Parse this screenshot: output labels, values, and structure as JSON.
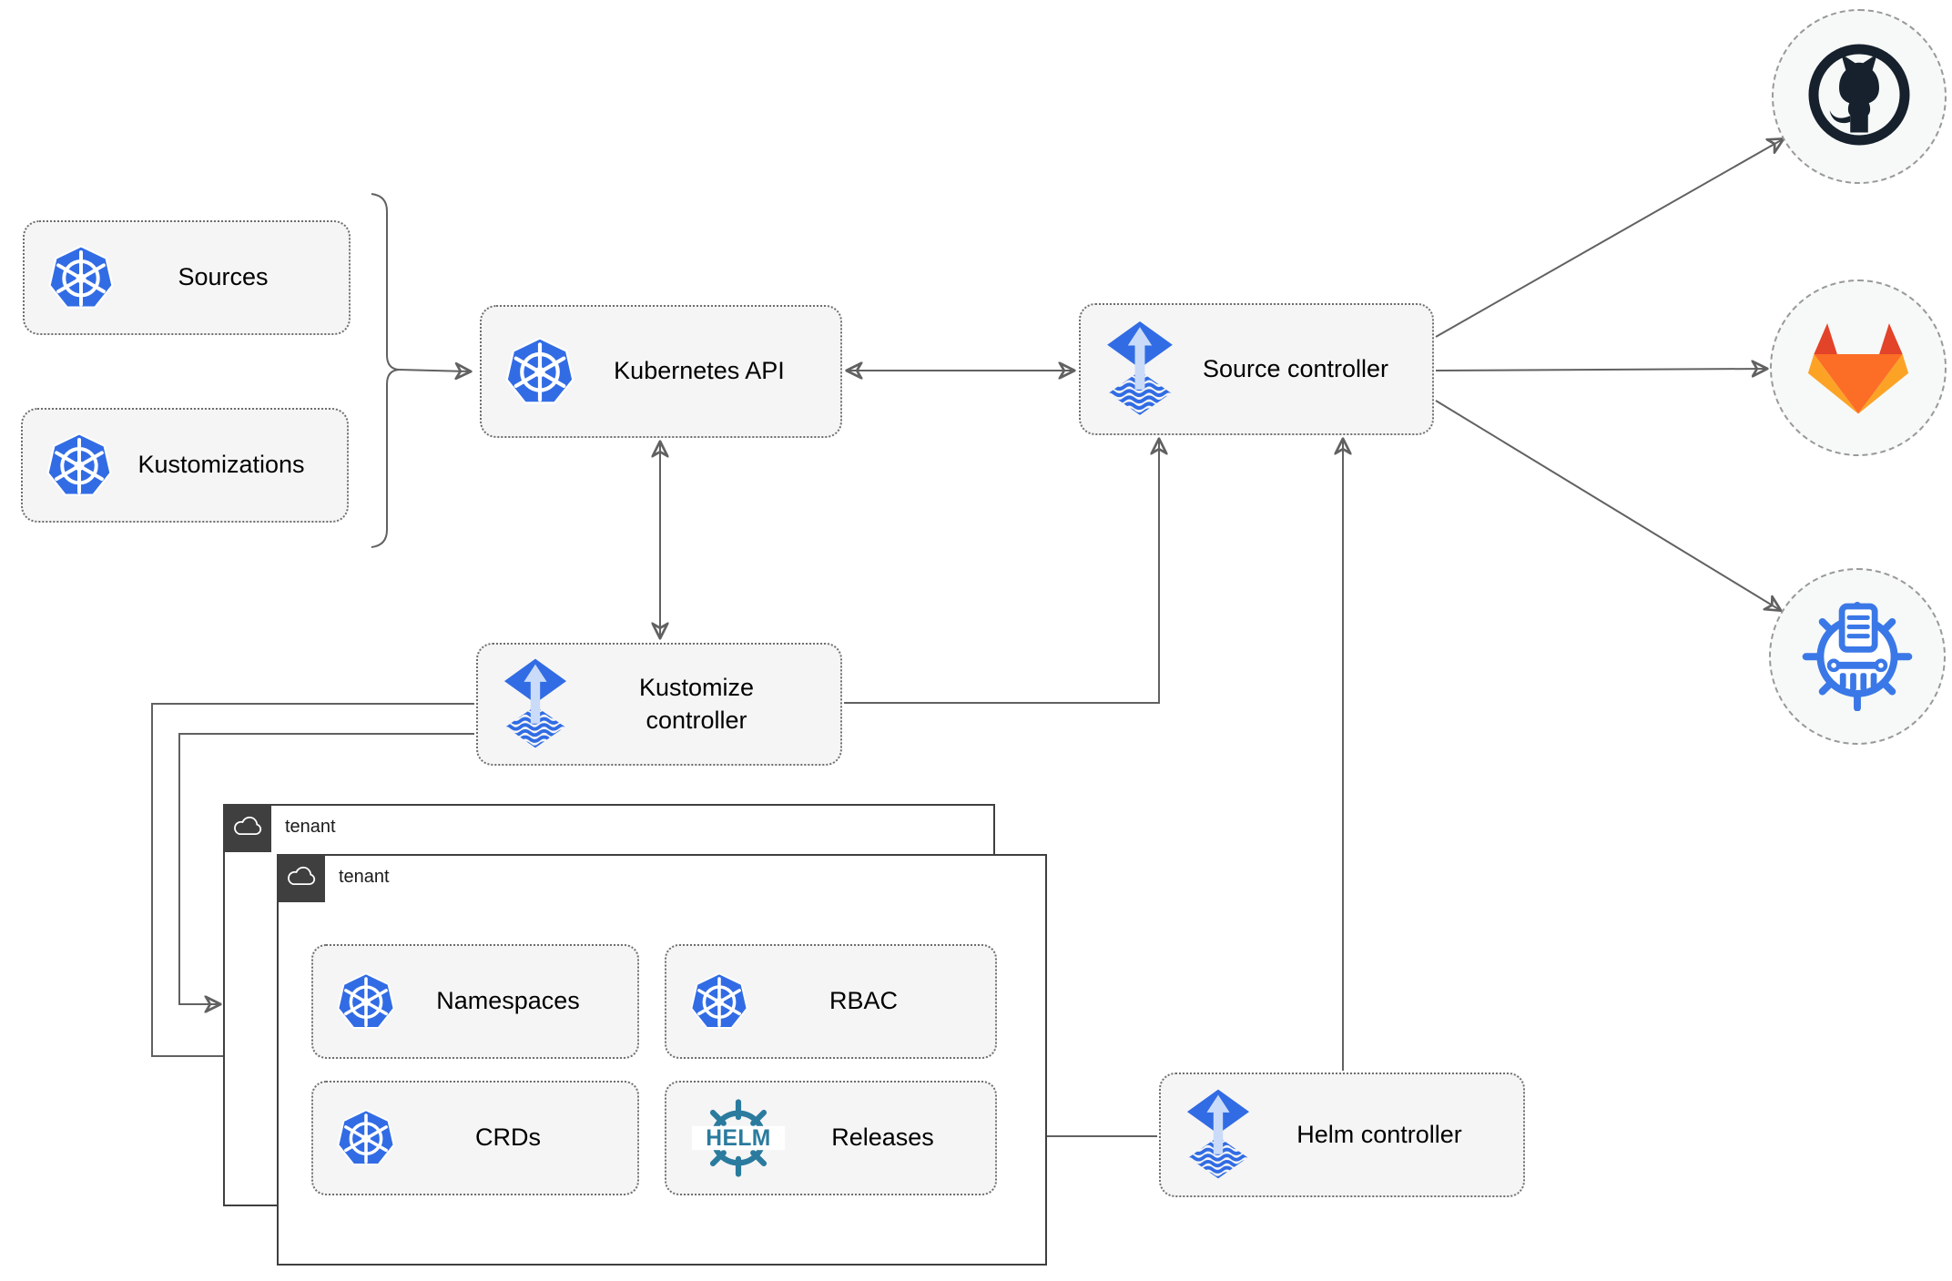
{
  "diagram": {
    "colors": {
      "box_fill": "#f5f5f5",
      "box_border": "#6e6e6e",
      "line": "#616161",
      "container_border": "#3f3f3f",
      "kubernetes_blue": "#326ce5",
      "flux_blue": "#316ce4",
      "flux_light_arrow": "#c9dbf8",
      "helm_teal": "#2a7b9e",
      "github_dark": "#16212d",
      "gitlab_red": "#e24329",
      "gitlab_orange": "#fc6d26",
      "gitlab_light_orange": "#fca326",
      "chartmuseum_blue": "#3b78e7"
    },
    "nodes": {
      "sources": {
        "label": "Sources",
        "icon": "kubernetes-icon"
      },
      "kustomizations": {
        "label": "Kustomizations",
        "icon": "kubernetes-icon"
      },
      "kubernetes_api": {
        "label": "Kubernetes API",
        "icon": "kubernetes-icon"
      },
      "source_controller": {
        "label": "Source controller",
        "icon": "flux-icon"
      },
      "kustomize_controller": {
        "label": "Kustomize controller",
        "icon": "flux-icon"
      },
      "helm_controller": {
        "label": "Helm controller",
        "icon": "flux-icon"
      }
    },
    "tenants": [
      {
        "label": "tenant",
        "icon": "cloud-icon"
      },
      {
        "label": "tenant",
        "icon": "cloud-icon",
        "items": [
          {
            "label": "Namespaces",
            "icon": "kubernetes-icon"
          },
          {
            "label": "RBAC",
            "icon": "kubernetes-icon"
          },
          {
            "label": "CRDs",
            "icon": "kubernetes-icon"
          },
          {
            "label": "Releases",
            "icon": "helm-icon"
          }
        ]
      }
    ],
    "helm_logo_text": "HELM",
    "remotes": [
      {
        "icon": "github-icon"
      },
      {
        "icon": "gitlab-icon"
      },
      {
        "icon": "chartmuseum-icon"
      }
    ]
  }
}
